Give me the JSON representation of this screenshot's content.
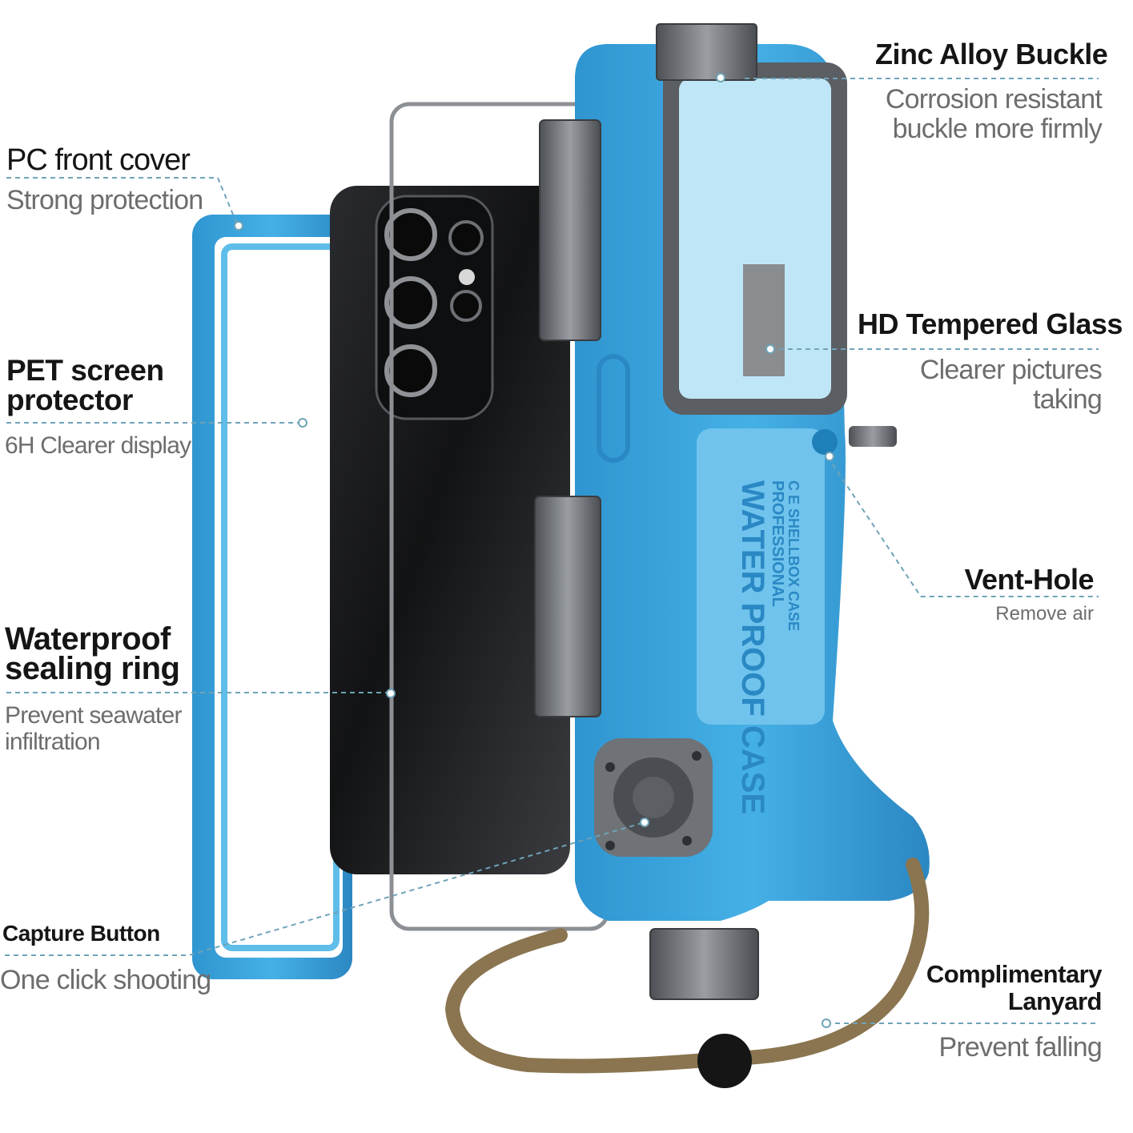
{
  "callouts": {
    "zinc_alloy_buckle": {
      "title": "Zinc Alloy Buckle",
      "desc": "Corrosion resistant\nbuckle more firmly"
    },
    "pc_front_cover": {
      "title": "PC front cover",
      "desc": "Strong protection"
    },
    "hd_tempered_glass": {
      "title": "HD Tempered Glass",
      "desc": "Clearer pictures\ntaking"
    },
    "pet_screen_protector": {
      "title": "PET screen\nprotector",
      "desc": "6H Clearer display"
    },
    "vent_hole": {
      "title": "Vent-Hole",
      "desc": "Remove air"
    },
    "waterproof_sealing_ring": {
      "title": "Waterproof\nsealing ring",
      "desc": "Prevent seawater\ninfiltration"
    },
    "capture_button": {
      "title": "Capture Button",
      "desc": "One click shooting"
    },
    "complimentary_lanyard": {
      "title": "Complimentary\nLanyard",
      "desc": "Prevent falling"
    }
  },
  "product": {
    "case_print_main": "WATER\nPROOF\nCASE",
    "case_print_brand": "PROFESSIONAL",
    "case_print_model": "C E  SHELLBOX  CASE"
  },
  "colors": {
    "case_blue": "#3fa9e0",
    "case_blue_dark": "#2a88c4",
    "hardware_gray": "#5f6266",
    "phone_black": "#1b1c1e",
    "lanyard_tan": "#8a7550",
    "leader_line": "#6fa3b8"
  }
}
